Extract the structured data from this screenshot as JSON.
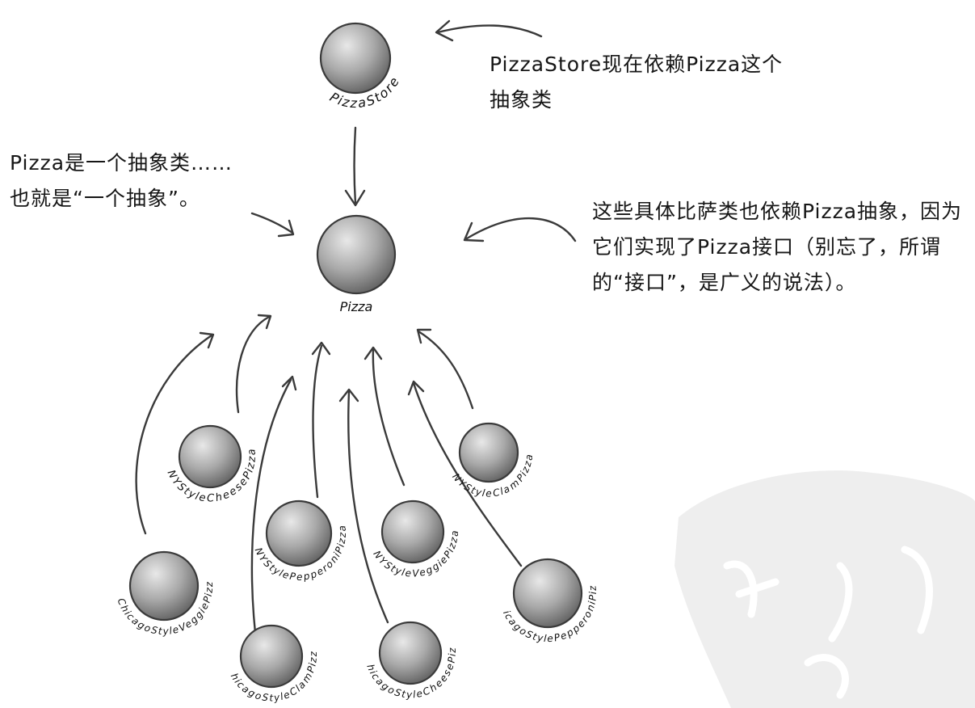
{
  "notes": {
    "store_note": "PizzaStore现在依赖Pizza这个抽象类",
    "abstract_note": "Pizza是一个抽象类……也就是“一个抽象”。",
    "subclass_note": "这些具体比萨类也依赖Pizza抽象，因为它们实现了Pizza接口（别忘了，所谓的“接口”，是广义的说法）。"
  },
  "nodes": {
    "pizza_store": "PizzaStore",
    "pizza": "Pizza",
    "ny_cheese": "NYStyleCheesePizza",
    "ny_clam": "NYStyleClamPizza",
    "ny_pepperoni": "NYStylePepperoniPizza",
    "ny_veggie": "NYStyleVeggiePizza",
    "chicago_veggie": "ChicagoStyleVeggiePizza",
    "chicago_clam": "ChicagoStyleClamPizza",
    "chicago_cheese": "ChicagoStyleCheesePizza",
    "chicago_pepperoni": "ChicagoStylePepperoniPizza"
  },
  "colors": {
    "ink": "#3a3a3a",
    "ball_light": "#e6e6e6",
    "ball_dark": "#6e6e6e",
    "watermark": "#ededed"
  }
}
